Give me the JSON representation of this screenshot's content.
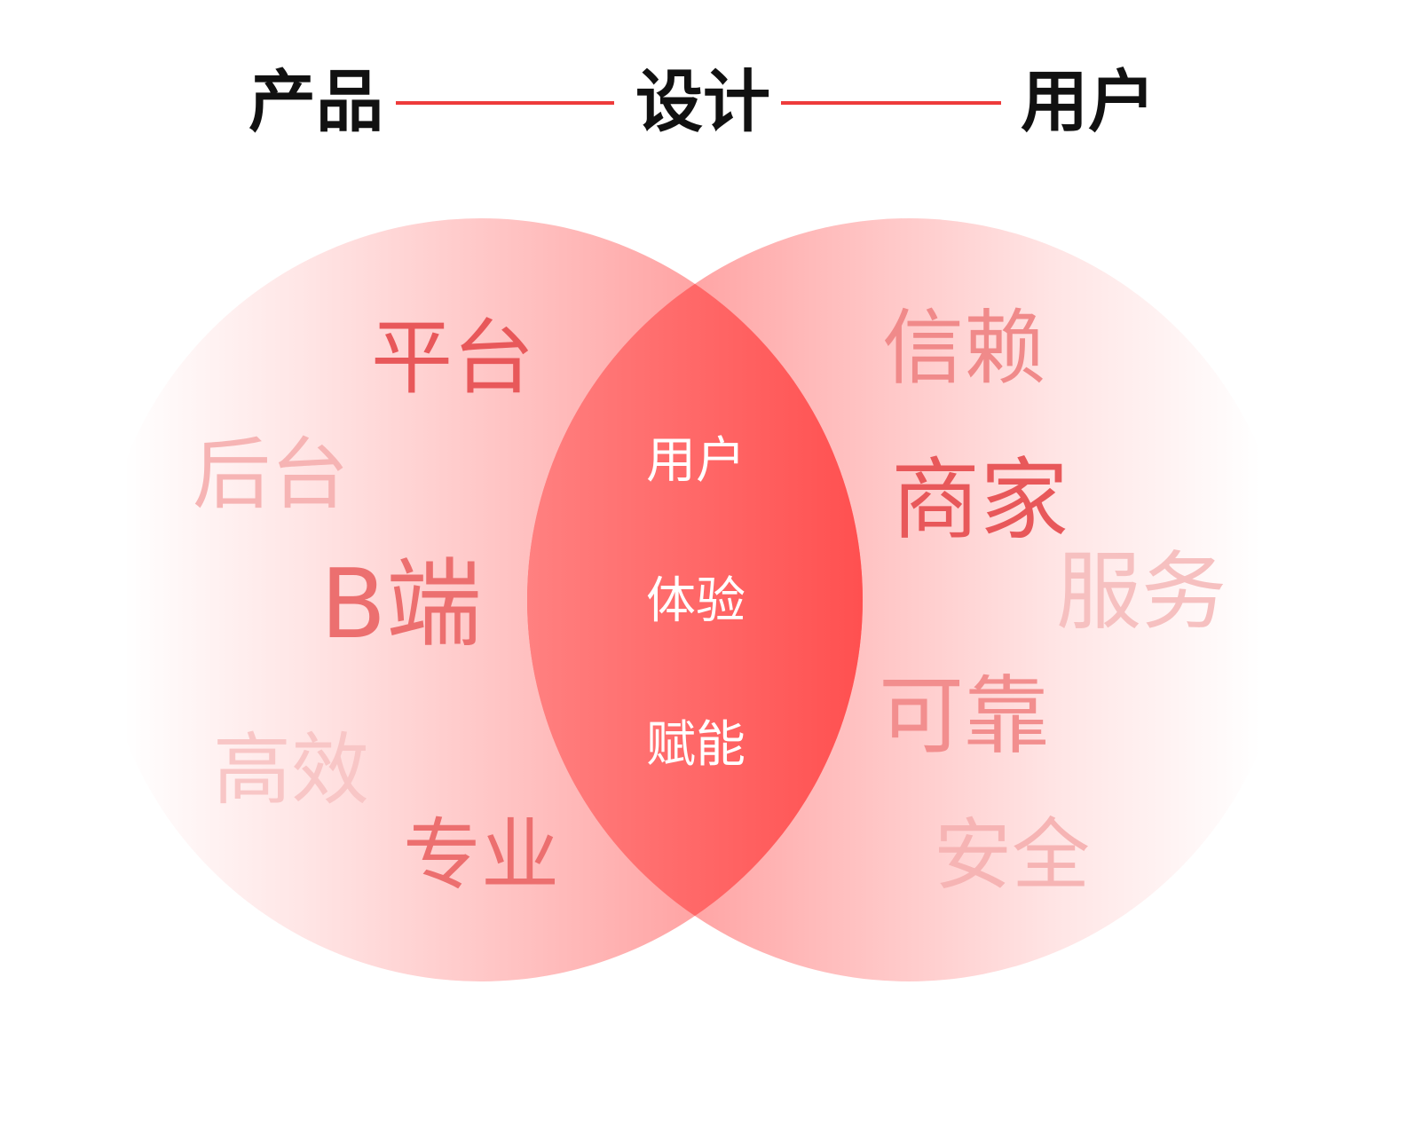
{
  "header": {
    "left": "产品",
    "middle": "设计",
    "right": "用户",
    "line_color": "#ee3b3b"
  },
  "left_circle": {
    "words": [
      "平台",
      "后台",
      "B端",
      "高效",
      "专业"
    ]
  },
  "right_circle": {
    "words": [
      "信赖",
      "商家",
      "服务",
      "可靠",
      "安全"
    ]
  },
  "center": {
    "words": [
      "用户",
      "体验",
      "赋能"
    ],
    "text_color": "#ffffff"
  },
  "colors": {
    "accent": "#ff4d4d",
    "word_strong": "#e8585a",
    "word_soft": "#f08a8a",
    "word_faint": "#f6b4b4"
  }
}
